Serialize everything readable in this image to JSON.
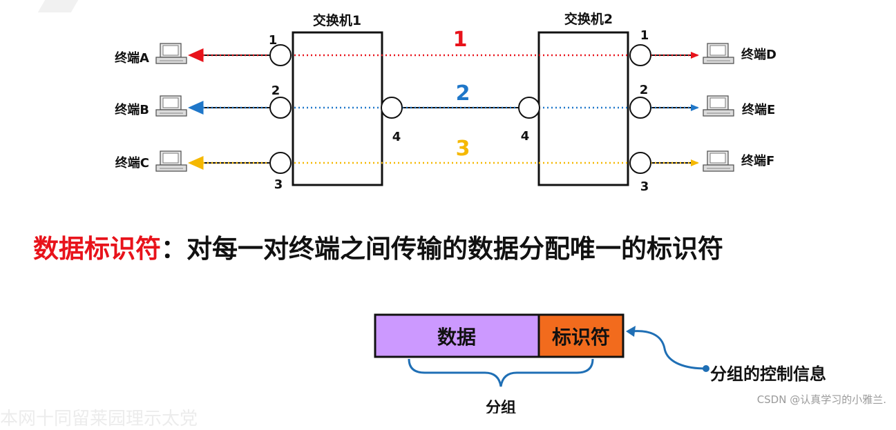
{
  "switches": [
    {
      "name": "交换机1"
    },
    {
      "name": "交换机2"
    }
  ],
  "terminals": {
    "left": [
      "终端A",
      "终端B",
      "终端C"
    ],
    "right": [
      "终端D",
      "终端E",
      "终端F"
    ]
  },
  "ports": {
    "sw1_left": [
      "1",
      "2",
      "3"
    ],
    "sw1_trunk": "4",
    "sw2_trunk": "4",
    "sw2_right": [
      "1",
      "2",
      "3"
    ]
  },
  "channels": [
    {
      "id": "1",
      "color": "#e8131b"
    },
    {
      "id": "2",
      "color": "#1f77c9"
    },
    {
      "id": "3",
      "color": "#f5b800"
    }
  ],
  "headline": {
    "term": "数据标识符",
    "definition": "：对每一对终端之间传输的数据分配唯一的标识符"
  },
  "packet": {
    "data_label": "数据",
    "id_label": "标识符",
    "group_label": "分组",
    "control_info_label": "分组的控制信息",
    "data_color": "#cc99ff",
    "id_color": "#f26b1d"
  },
  "watermark": "CSDN @认真学习的小雅兰.",
  "background_text": "本网十同留莱园理示太党"
}
